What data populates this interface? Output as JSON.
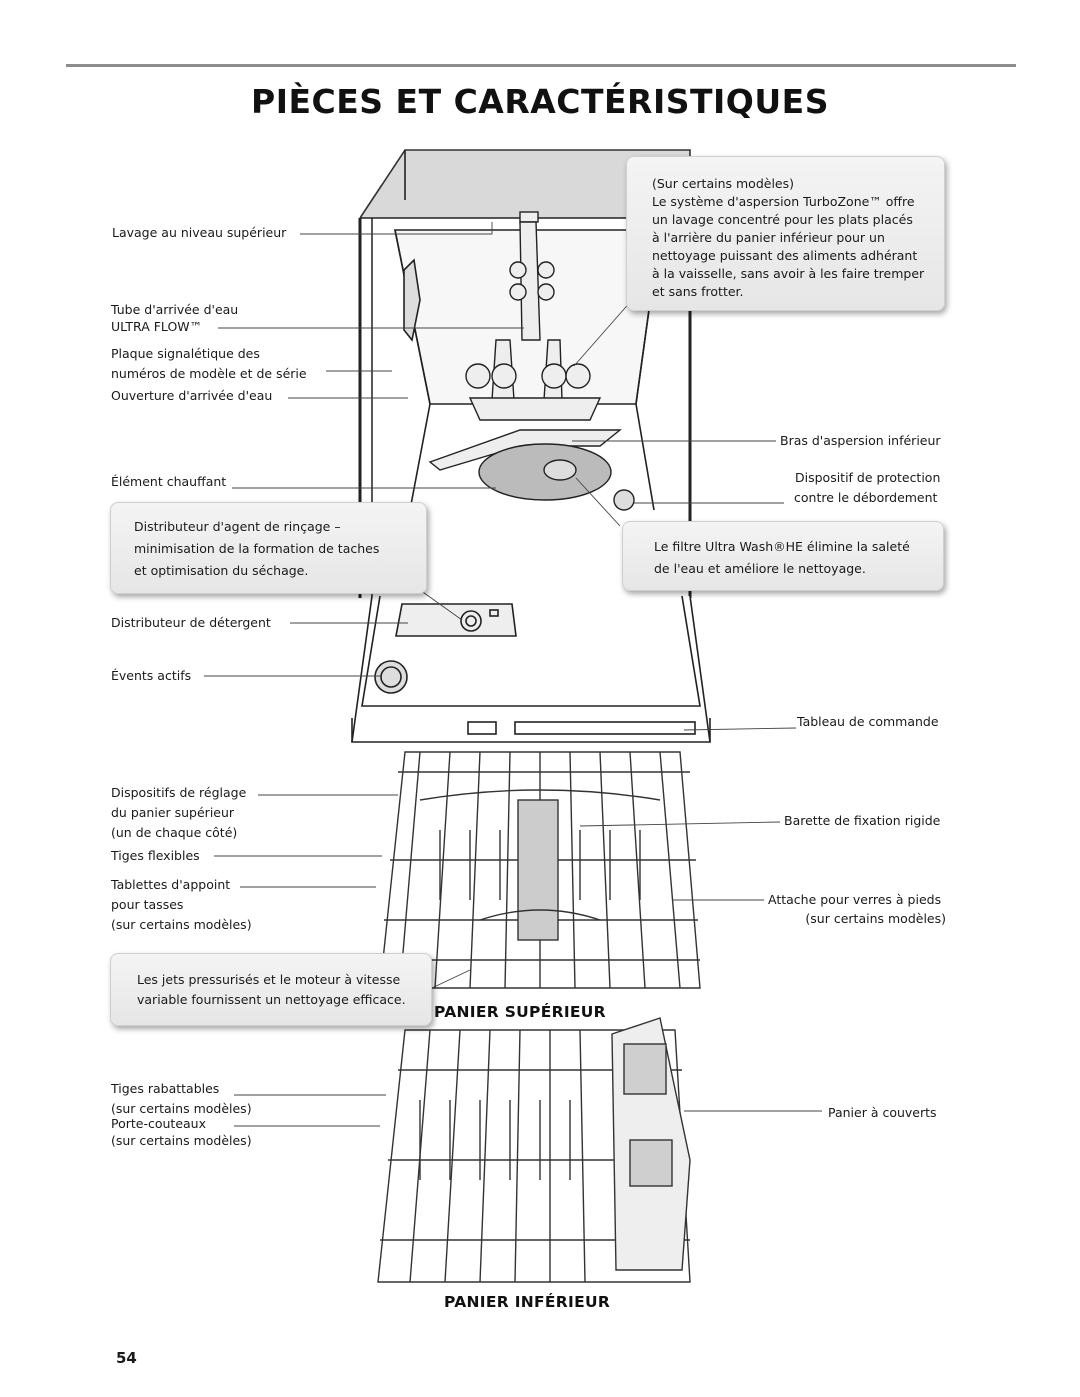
{
  "page": {
    "title": "PIÈCES ET CARACTÉRISTIQUES",
    "page_number": "54"
  },
  "labels": {
    "lavage_niveau": "Lavage au niveau supérieur",
    "tube_1": "Tube d'arrivée d'eau",
    "tube_2": "ULTRA FLOW™",
    "plaque_1": "Plaque signalétique des",
    "plaque_2": "numéros de modèle et de série",
    "ouverture": "Ouverture d'arrivée d'eau",
    "element": "Élément chauffant",
    "distrib_detergent": "Distributeur de détergent",
    "events": "Évents actifs",
    "bras": "Bras d'aspersion inférieur",
    "protection_1": "Dispositif de protection",
    "protection_2": "contre le débordement",
    "tableau": "Tableau de commande",
    "reglage_1": "Dispositifs de réglage",
    "reglage_2": "du panier supérieur",
    "reglage_3": "(un de chaque côté)",
    "tiges_flex": "Tiges flexibles",
    "tablettes_1": "Tablettes d'appoint",
    "tablettes_2": "pour tasses",
    "tablettes_3": "(sur certains modèles)",
    "barette": "Barette de fixation rigide",
    "attache_1": "Attache pour verres à pieds",
    "attache_2": "(sur certains modèles)",
    "tiges_rab_1": "Tiges rabattables",
    "tiges_rab_2": "(sur certains modèles)",
    "porte_1": "Porte-couteaux",
    "porte_2": "(sur certains modèles)",
    "panier_couverts": "Panier à couverts"
  },
  "callouts": {
    "turbozone": [
      "(Sur certains modèles)",
      "Le système d'aspersion TurboZone™ offre",
      "un lavage concentré pour les plats placés",
      "à l'arrière du panier inférieur pour un",
      "nettoyage puissant des aliments adhérant",
      "à la vaisselle, sans avoir à les faire tremper",
      "et sans frotter."
    ],
    "rincage": [
      "Distributeur d'agent de rinçage –",
      "minimisation de la formation de taches",
      "et optimisation du séchage."
    ],
    "filtre": [
      "Le filtre Ultra Wash®HE élimine la saleté",
      "de l'eau et améliore le nettoyage."
    ],
    "jets": [
      "Les jets pressurisés et le moteur à vitesse",
      "variable fournissent un nettoyage efficace."
    ]
  },
  "baskets": {
    "upper": "PANIER SUPÉRIEUR",
    "lower": "PANIER INFÉRIEUR"
  },
  "colors": {
    "line": "#1a1a1a",
    "callout_bg": "#ececec",
    "rule": "#8c8c8c"
  }
}
